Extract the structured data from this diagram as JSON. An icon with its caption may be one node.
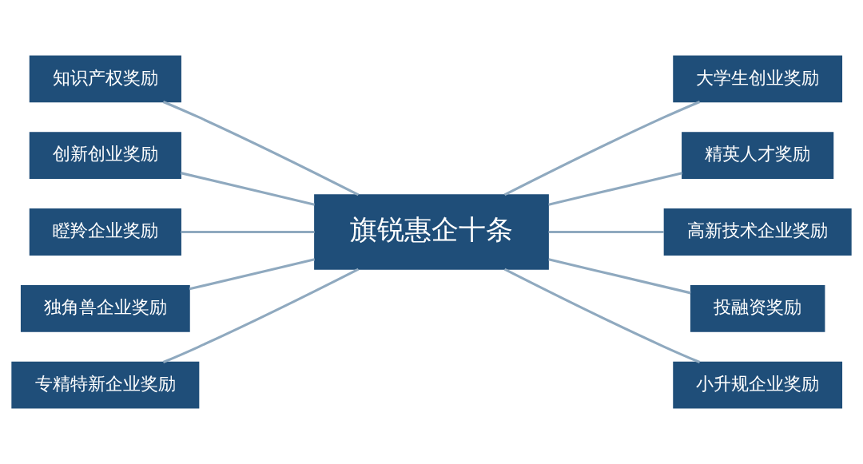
{
  "diagram": {
    "nodes": [
      {
        "text": [
          "旗锐惠企十条"
        ]
      },
      {
        "text": [
          "知识产权奖励"
        ]
      },
      {
        "text": [
          "创新创业奖励"
        ]
      },
      {
        "text": [
          "瞪羚企业奖励"
        ]
      },
      {
        "text": [
          "独角兽企业奖励"
        ]
      },
      {
        "text": [
          "专精特新企业奖励"
        ]
      },
      {
        "text": [
          "大学生创业奖励"
        ]
      },
      {
        "text": [
          "精英人才奖励"
        ]
      },
      {
        "text": [
          "高新技术企业奖励"
        ]
      },
      {
        "text": [
          "投融资奖励"
        ]
      },
      {
        "text": [
          "小升规企业奖励"
        ]
      }
    ],
    "edges": [
      {
        "from": 1,
        "to": 0,
        "arrow": "none"
      },
      {
        "from": 2,
        "to": 0,
        "arrow": "none"
      },
      {
        "from": 3,
        "to": 0,
        "arrow": "none"
      },
      {
        "from": 4,
        "to": 0,
        "arrow": "none"
      },
      {
        "from": 5,
        "to": 0,
        "arrow": "none"
      },
      {
        "from": 0,
        "to": 6,
        "arrow": "none"
      },
      {
        "from": 0,
        "to": 7,
        "arrow": "none"
      },
      {
        "from": 0,
        "to": 8,
        "arrow": "none"
      },
      {
        "from": 0,
        "to": 9,
        "arrow": "none"
      },
      {
        "from": 0,
        "to": 10,
        "arrow": "none"
      }
    ]
  }
}
